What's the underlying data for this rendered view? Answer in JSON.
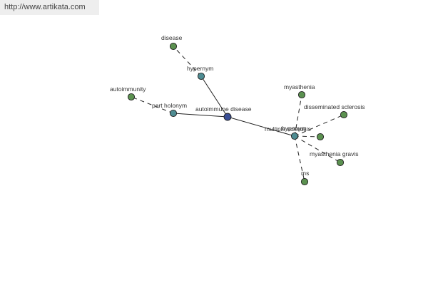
{
  "header": {
    "url": "http://www.artikata.com"
  },
  "colors": {
    "leaf": "#5b9150",
    "relation": "#4e8c92",
    "root": "#3a4f96",
    "edge": "#222222"
  },
  "graph": {
    "nodes": [
      {
        "id": "root",
        "label": "autoimmune disease",
        "kind": "root"
      },
      {
        "id": "hypernym",
        "label": "hypernym",
        "kind": "relation"
      },
      {
        "id": "disease",
        "label": "disease",
        "kind": "leaf"
      },
      {
        "id": "partholonym",
        "label": "part holonym",
        "kind": "relation"
      },
      {
        "id": "autoimmunity",
        "label": "autoimmunity",
        "kind": "leaf"
      },
      {
        "id": "hyponym",
        "label": "hyponym",
        "kind": "relation"
      },
      {
        "id": "myasthenia",
        "label": "myasthenia",
        "kind": "leaf"
      },
      {
        "id": "dissclerosis",
        "label": "disseminated sclerosis",
        "kind": "leaf"
      },
      {
        "id": "multscler",
        "label": "multiple sclerosis",
        "kind": "leaf"
      },
      {
        "id": "mgravis",
        "label": "myasthenia gravis",
        "kind": "leaf"
      },
      {
        "id": "ms",
        "label": "ms",
        "kind": "leaf"
      }
    ],
    "edges": [
      {
        "from": "root",
        "to": "hypernym",
        "style": "solid"
      },
      {
        "from": "hypernym",
        "to": "disease",
        "style": "dashed"
      },
      {
        "from": "root",
        "to": "partholonym",
        "style": "solid"
      },
      {
        "from": "partholonym",
        "to": "autoimmunity",
        "style": "dashed"
      },
      {
        "from": "root",
        "to": "hyponym",
        "style": "solid"
      },
      {
        "from": "hyponym",
        "to": "myasthenia",
        "style": "dashed"
      },
      {
        "from": "hyponym",
        "to": "dissclerosis",
        "style": "dashed"
      },
      {
        "from": "hyponym",
        "to": "multscler",
        "style": "dashed"
      },
      {
        "from": "hyponym",
        "to": "mgravis",
        "style": "dashed"
      },
      {
        "from": "hyponym",
        "to": "ms",
        "style": "dashed"
      }
    ]
  }
}
